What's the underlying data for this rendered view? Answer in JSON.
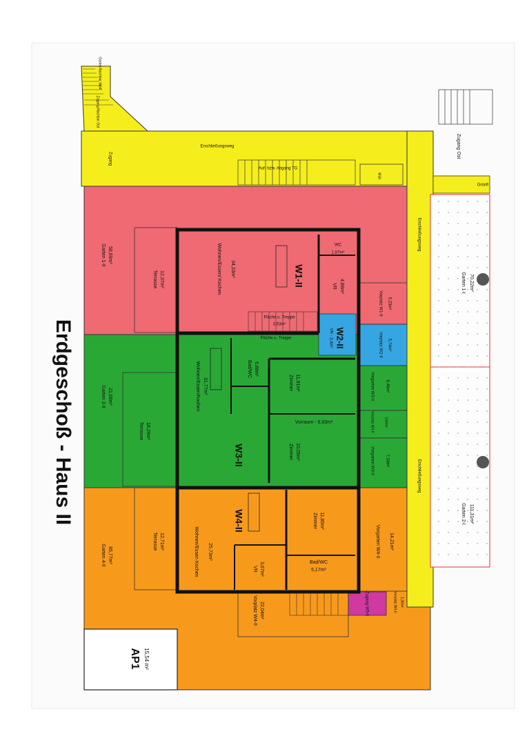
{
  "title": "Erdgeschoß - Haus II",
  "building": "Haus II",
  "colors": {
    "yellow": "#f5ee1c",
    "red": "#ef6a72",
    "green": "#2aa836",
    "orange": "#f79a1c",
    "blue": "#36a6e3",
    "magenta": "#d0399f",
    "wall": "#111111",
    "paper": "#ffffff"
  },
  "labels": {
    "garten_nachbar": "Garten Nachbar W64",
    "zugang_nachbar": "Zugang Nachbar Ost",
    "zugang_left": "Zugang",
    "erschliessungsweg_top": "Erschließungsweg",
    "abgang_tg": "Auf- bzw. Abgang TG",
    "mull": "Müll",
    "zugang_ost": "Zugang Ost",
    "gruenflaeche": "Grünfl",
    "erschliessungsweg_right1": "Erschließungsweg",
    "erschliessungsweg_right2": "Erschließungsweg",
    "garten_1i": "Garten 1-I",
    "garten_1i_area": "70,22m²",
    "garten_2i": "Garten 2-I",
    "garten_2i_area": "111,31m²",
    "w1": "W1-II",
    "w2": "W2-II",
    "w3": "W3-II",
    "w4": "W4-II",
    "garten_1ii": "Garten 1-II",
    "garten_1ii_area": "58,69m²",
    "terrasse_w1": "Terrasse",
    "terrasse_w1_area": "12,37m²",
    "wohnen_w1": "Wohnen/Essen/ Kochen",
    "wohnen_w1_area": "34,33m²",
    "wc_w1": "WC",
    "wc_w1_area": "1,87m²",
    "vr_w1": "VR",
    "vr_w1_area": "4,88m²",
    "vorplatz_w1": "Vorplatz W1-II",
    "vorplatz_w1_area": "5,23m²",
    "stiege_w1": "Fläche u. Treppe",
    "stiege_w1_area": "3,53m²",
    "vr_w2": "VR - 3,4m²",
    "stiege_w2": "Fläche u. Treppe",
    "vorplatz_w2": "Vorplatz W2-II",
    "vorplatz_w2_area": "5,74m²",
    "garten_3ii": "Garten 3-II",
    "garten_3ii_area": "21,68m²",
    "terrasse_w3": "Terrasse",
    "terrasse_w3_area": "18,29m²",
    "wohnen_w3": "Wohnen/Essen/Kochen",
    "wohnen_w3_area": "31,77m²",
    "bad_w3": "Bad/WC",
    "bad_w3_area": "6,88m²",
    "zimmer_w3a": "Zimmer",
    "zimmer_w3a_area": "11,91m²",
    "vorraum_w3": "Vorraum - 5,83m²",
    "zimmer_w3b": "Zimmer",
    "zimmer_w3b_area": "10,05m²",
    "vorgarten_w3": "Vorgarten W3-II",
    "vorgarten_w3_area": "6,46m²",
    "vorplatz_w3": "Vorplatz W3-II",
    "vorplatz_w3_area": "3,84m²",
    "vorgarten_w3b": "Vorgarten W3-II",
    "vorgarten_w3b_area": "7,34m²",
    "garten_4ii": "Garten 4-II",
    "garten_4ii_area": "85,77m²",
    "terrasse_w4": "Terrasse",
    "terrasse_w4_area": "12,71m²",
    "wohnen_w4": "Wohnen/Essen Kochen",
    "wohnen_w4_area": "25,73m²",
    "zimmer_w4": "Zimmer",
    "zimmer_w4_area": "11,80m²",
    "vr_w4": "VR",
    "vr_w4_area": "3,67m²",
    "bad_w4": "Bad/WC",
    "bad_w4_area": "5,17m²",
    "vorgarten_w4": "Vorgarten W4-II",
    "vorgarten_w4_area": "14,21m²",
    "vorplatz_w4": "Vorplatz W4-II",
    "vorplatz_w4_area": "22,04m²",
    "zugang_w5": "Zugang W5-II",
    "vorplatz_w4b": "Vorplatz W4-II",
    "vorplatz_w4b_area": "1,36m²",
    "ap1": "AP1",
    "ap1_area": "15,54 m²"
  }
}
